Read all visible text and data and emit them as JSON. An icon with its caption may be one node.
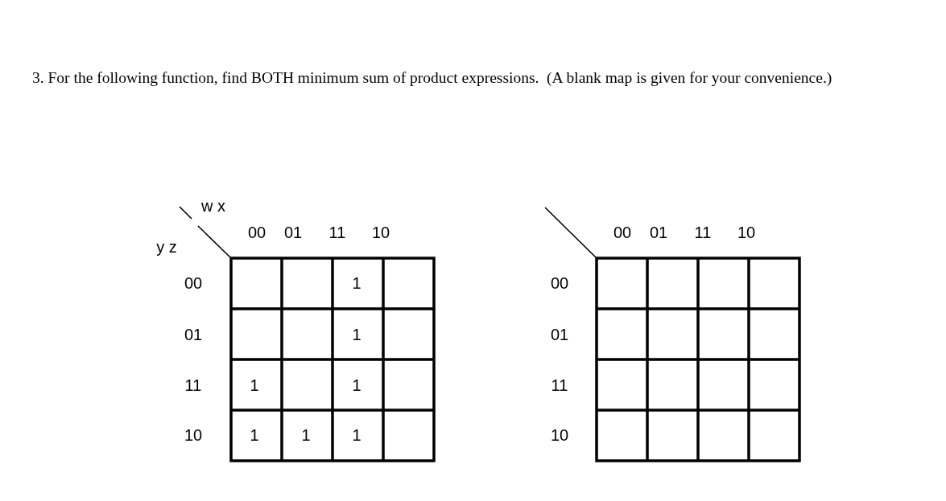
{
  "diagram": {
    "title": "3. For the following function, find BOTH minimum sum of product expressions.  (A blank map is given for your convenience.)",
    "labels": [
      "w x",
      "00",
      "01",
      "11",
      "10",
      "y z",
      "00",
      "1",
      "01",
      "1",
      "11",
      "1",
      "1",
      "10",
      "1",
      "1",
      "1",
      "00",
      "01",
      "11",
      "10",
      "00",
      "01",
      "11",
      "10"
    ]
  }
}
